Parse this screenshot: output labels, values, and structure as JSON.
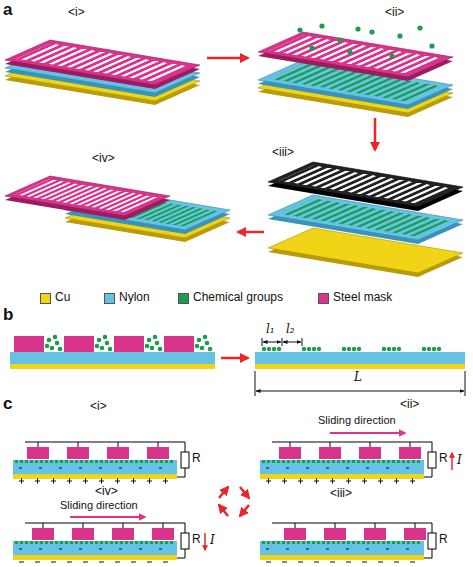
{
  "diagram": {
    "labels": [
      "a",
      "<i>",
      "<ii>",
      "<iv>",
      "<iii>",
      "b",
      "l₁",
      "l₂",
      "L",
      "c",
      "<i>",
      "<ii>",
      "Sliding direction",
      "R",
      "R",
      "I",
      "<iv>",
      "Sliding direction",
      "<iii>",
      "R",
      "I",
      "R"
    ],
    "legend": [
      {
        "text": "Cu",
        "color": "#f2d417"
      },
      {
        "text": "Nylon",
        "color": "#66c2e4"
      },
      {
        "text": "Chemical groups",
        "color": "#1b9e4b"
      },
      {
        "text": "Steel mask",
        "color": "#d9338c"
      }
    ]
  }
}
